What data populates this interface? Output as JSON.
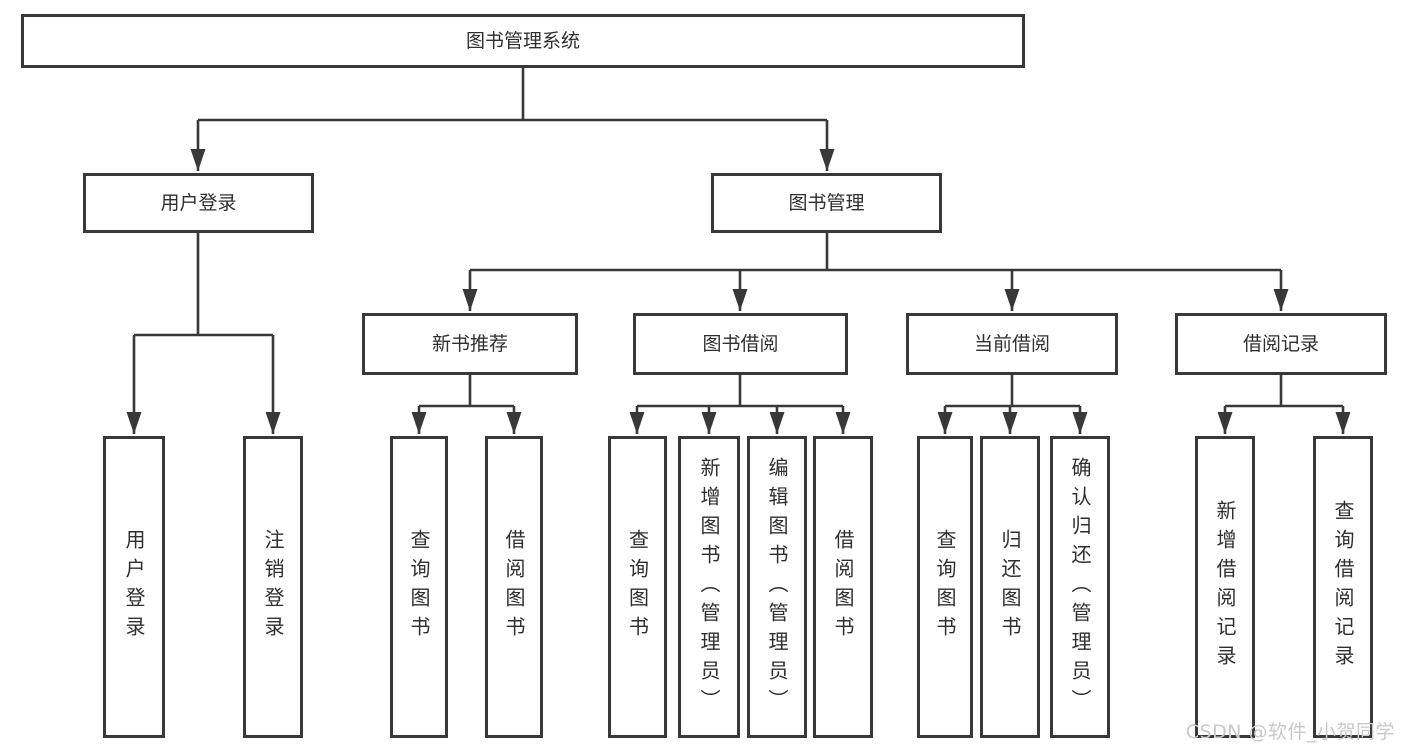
{
  "nodes": {
    "root": "图书管理系统",
    "user_login": "用户登录",
    "book_mgmt": "图书管理",
    "new_book_rec": "新书推荐",
    "book_borrow": "图书借阅",
    "current_borrow": "当前借阅",
    "borrow_record": "借阅记录",
    "leaf_user_login": "用户登录",
    "leaf_logout": "注销登录",
    "leaf_nbr_query": "查询图书",
    "leaf_nbr_borrow": "借阅图书",
    "leaf_bb_query": "查询图书",
    "leaf_bb_add": "新增图书（管理员）",
    "leaf_bb_edit": "编辑图书（管理员）",
    "leaf_bb_borrow": "借阅图书",
    "leaf_cb_query": "查询图书",
    "leaf_cb_return": "归还图书",
    "leaf_cb_confirm": "确认归还（管理员）",
    "leaf_br_add": "新增借阅记录",
    "leaf_br_query": "查询借阅记录"
  },
  "watermark": "CSDN @软件_小贺同学",
  "colors": {
    "line": "#383838",
    "text": "#2f2f2f",
    "watermark": "#c9c9c9",
    "background": "#ffffff"
  }
}
